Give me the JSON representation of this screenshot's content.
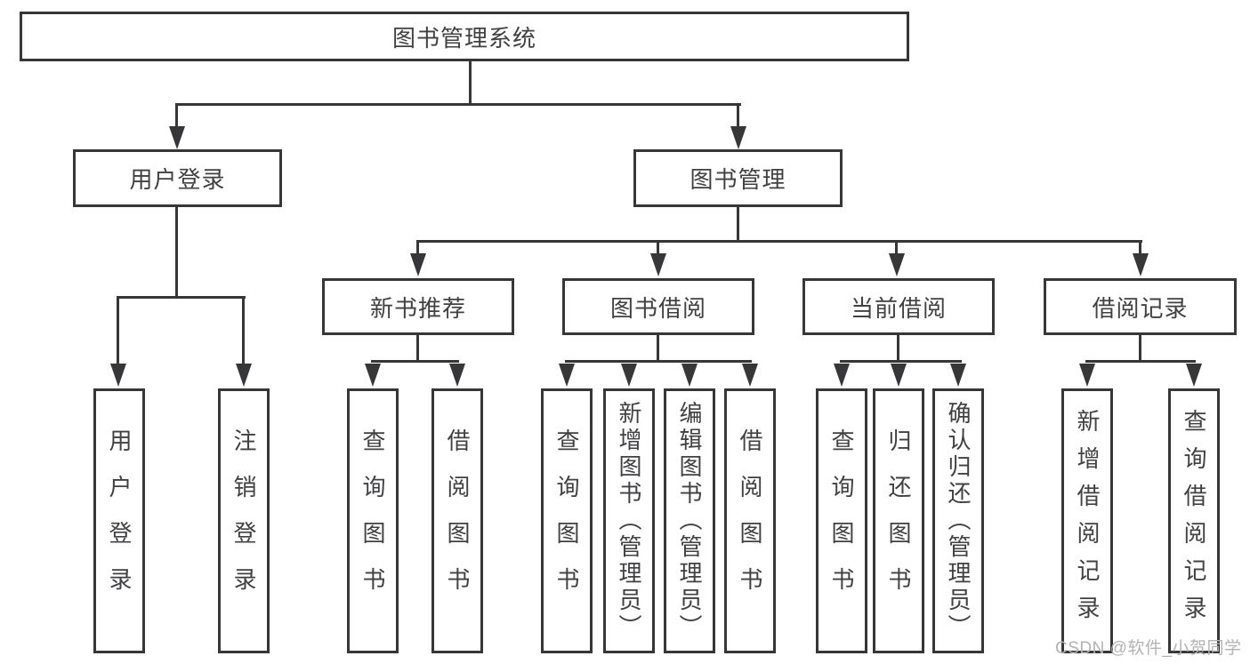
{
  "diagram": {
    "type": "hierarchy",
    "root": {
      "label": "图书管理系统",
      "children": [
        {
          "label": "用户登录",
          "children": [
            {
              "label": "用户登录"
            },
            {
              "label": "注销登录"
            }
          ]
        },
        {
          "label": "图书管理",
          "children": [
            {
              "label": "新书推荐",
              "children": [
                {
                  "label": "查询图书"
                },
                {
                  "label": "借阅图书"
                }
              ]
            },
            {
              "label": "图书借阅",
              "children": [
                {
                  "label": "查询图书"
                },
                {
                  "label": "新增图书（管理员）"
                },
                {
                  "label": "编辑图书（管理员）"
                },
                {
                  "label": "借阅图书"
                }
              ]
            },
            {
              "label": "当前借阅",
              "children": [
                {
                  "label": "查询图书"
                },
                {
                  "label": "归还图书"
                },
                {
                  "label": "确认归还（管理员）"
                }
              ]
            },
            {
              "label": "借阅记录",
              "children": [
                {
                  "label": "新增借阅记录"
                },
                {
                  "label": "查询借阅记录"
                }
              ]
            }
          ]
        }
      ]
    }
  },
  "watermark": {
    "text": "CSDN @软件_小贺同学"
  },
  "colors": {
    "line": "#37373a",
    "text": "#414144",
    "watermark": "#b3b3b3",
    "background": "#ffffff"
  }
}
